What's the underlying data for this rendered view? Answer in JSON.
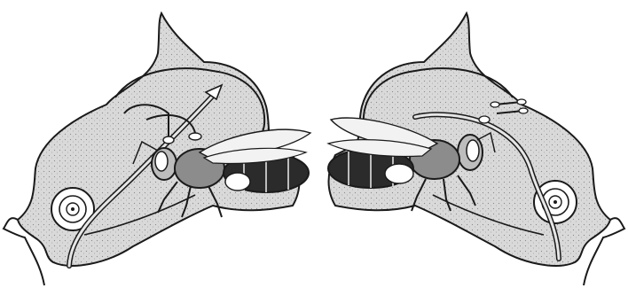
{
  "figure": {
    "panels": [
      {
        "id": "left",
        "subject": "flower-with-bee"
      },
      {
        "id": "right",
        "subject": "flower-with-bee-mirrored"
      }
    ],
    "colors": {
      "petal_fill": "#d9d9d9",
      "line": "#1a1a1a",
      "background": "#ffffff",
      "wing_fill": "#f2f2f2",
      "abdomen_dark": "#2b2b2b"
    }
  }
}
